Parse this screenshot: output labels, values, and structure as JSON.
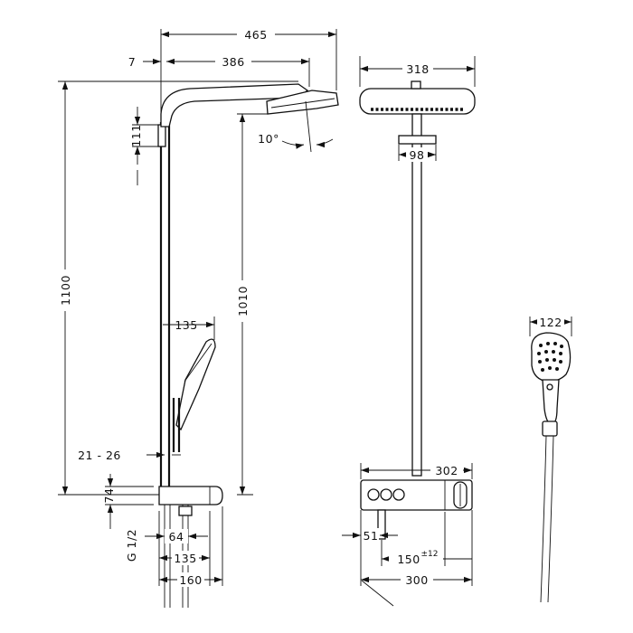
{
  "side_view": {
    "dim_465": "465",
    "dim_7": "7",
    "dim_386": "386",
    "dim_111": "111",
    "angle_10": "10°",
    "dim_1100": "1100",
    "dim_1010": "1010",
    "dim_135_top": "135",
    "dim_21_26": "21 - 26",
    "dim_74": "74",
    "dim_g12": "G 1/2",
    "dim_64": "64",
    "dim_135_bottom": "135",
    "dim_160": "160"
  },
  "front_view": {
    "dim_318": "318",
    "dim_98": "98",
    "dim_302": "302",
    "dim_51": "51",
    "dim_150": "150",
    "dim_150_tol": "±12",
    "dim_300": "300"
  },
  "hand_shower_view": {
    "dim_122": "122"
  }
}
